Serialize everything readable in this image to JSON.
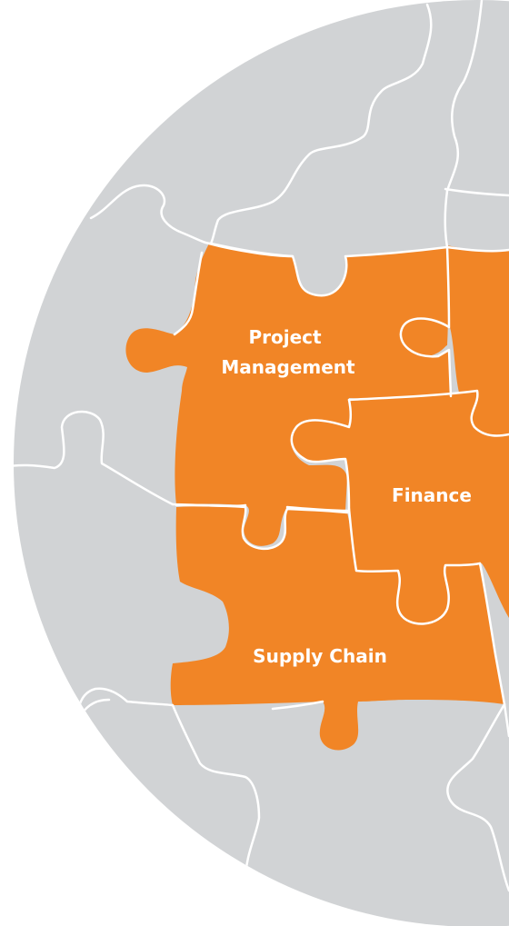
{
  "colors": {
    "background": "#ffffff",
    "globe_fill": "#d1d3d5",
    "highlight_fill": "#f18526",
    "seam_stroke": "#ffffff",
    "label_text": "#ffffff"
  },
  "diagram": {
    "shape": "globe-jigsaw-puzzle",
    "pieces": [
      {
        "id": "project-management",
        "label_lines": [
          "Project",
          "Management"
        ],
        "highlighted": true
      },
      {
        "id": "finance",
        "label_lines": [
          "Finance"
        ],
        "highlighted": true
      },
      {
        "id": "supply-chain",
        "label_lines": [
          "Supply Chain"
        ],
        "highlighted": true
      },
      {
        "id": "right-edge-piece",
        "label_lines": [],
        "highlighted": true
      }
    ]
  }
}
